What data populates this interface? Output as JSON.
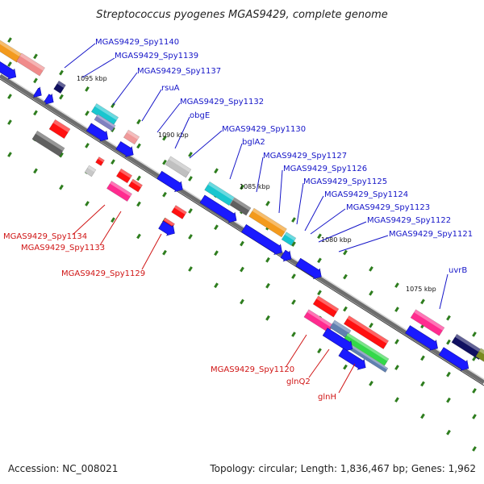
{
  "title": "Streptococcus pyogenes MGAS9429, complete genome",
  "footer": {
    "accession": "Accession: NC_008021",
    "summary": "Topology: circular; Length: 1,836,467 bp; Genes: 1,962"
  },
  "colors": {
    "backbone": "#7a7a7a",
    "tick": "#2e7d1e",
    "label_top": "#1515c8",
    "label_bottom": "#d01515",
    "cds": "#1a1aff"
  },
  "ticks": [
    "1095 kbp",
    "1090 kbp",
    "1085 kbp",
    "1080 kbp",
    "1075 kbp"
  ],
  "labels_top": [
    "MGAS9429_Spy1140",
    "MGAS9429_Spy1139",
    "MGAS9429_Spy1137",
    "rsuA",
    "MGAS9429_Spy1132",
    "obgE",
    "MGAS9429_Spy1130",
    "bglA2",
    "MGAS9429_Spy1127",
    "MGAS9429_Spy1126",
    "MGAS9429_Spy1125",
    "MGAS9429_Spy1124",
    "MGAS9429_Spy1123",
    "MGAS9429_Spy1122",
    "MGAS9429_Spy1121",
    "uvrB"
  ],
  "labels_bottom": [
    "MGAS9429_Spy1134",
    "MGAS9429_Spy1133",
    "MGAS9429_Spy1129",
    "MGAS9429_Spy1120",
    "glnQ2",
    "glnH"
  ]
}
